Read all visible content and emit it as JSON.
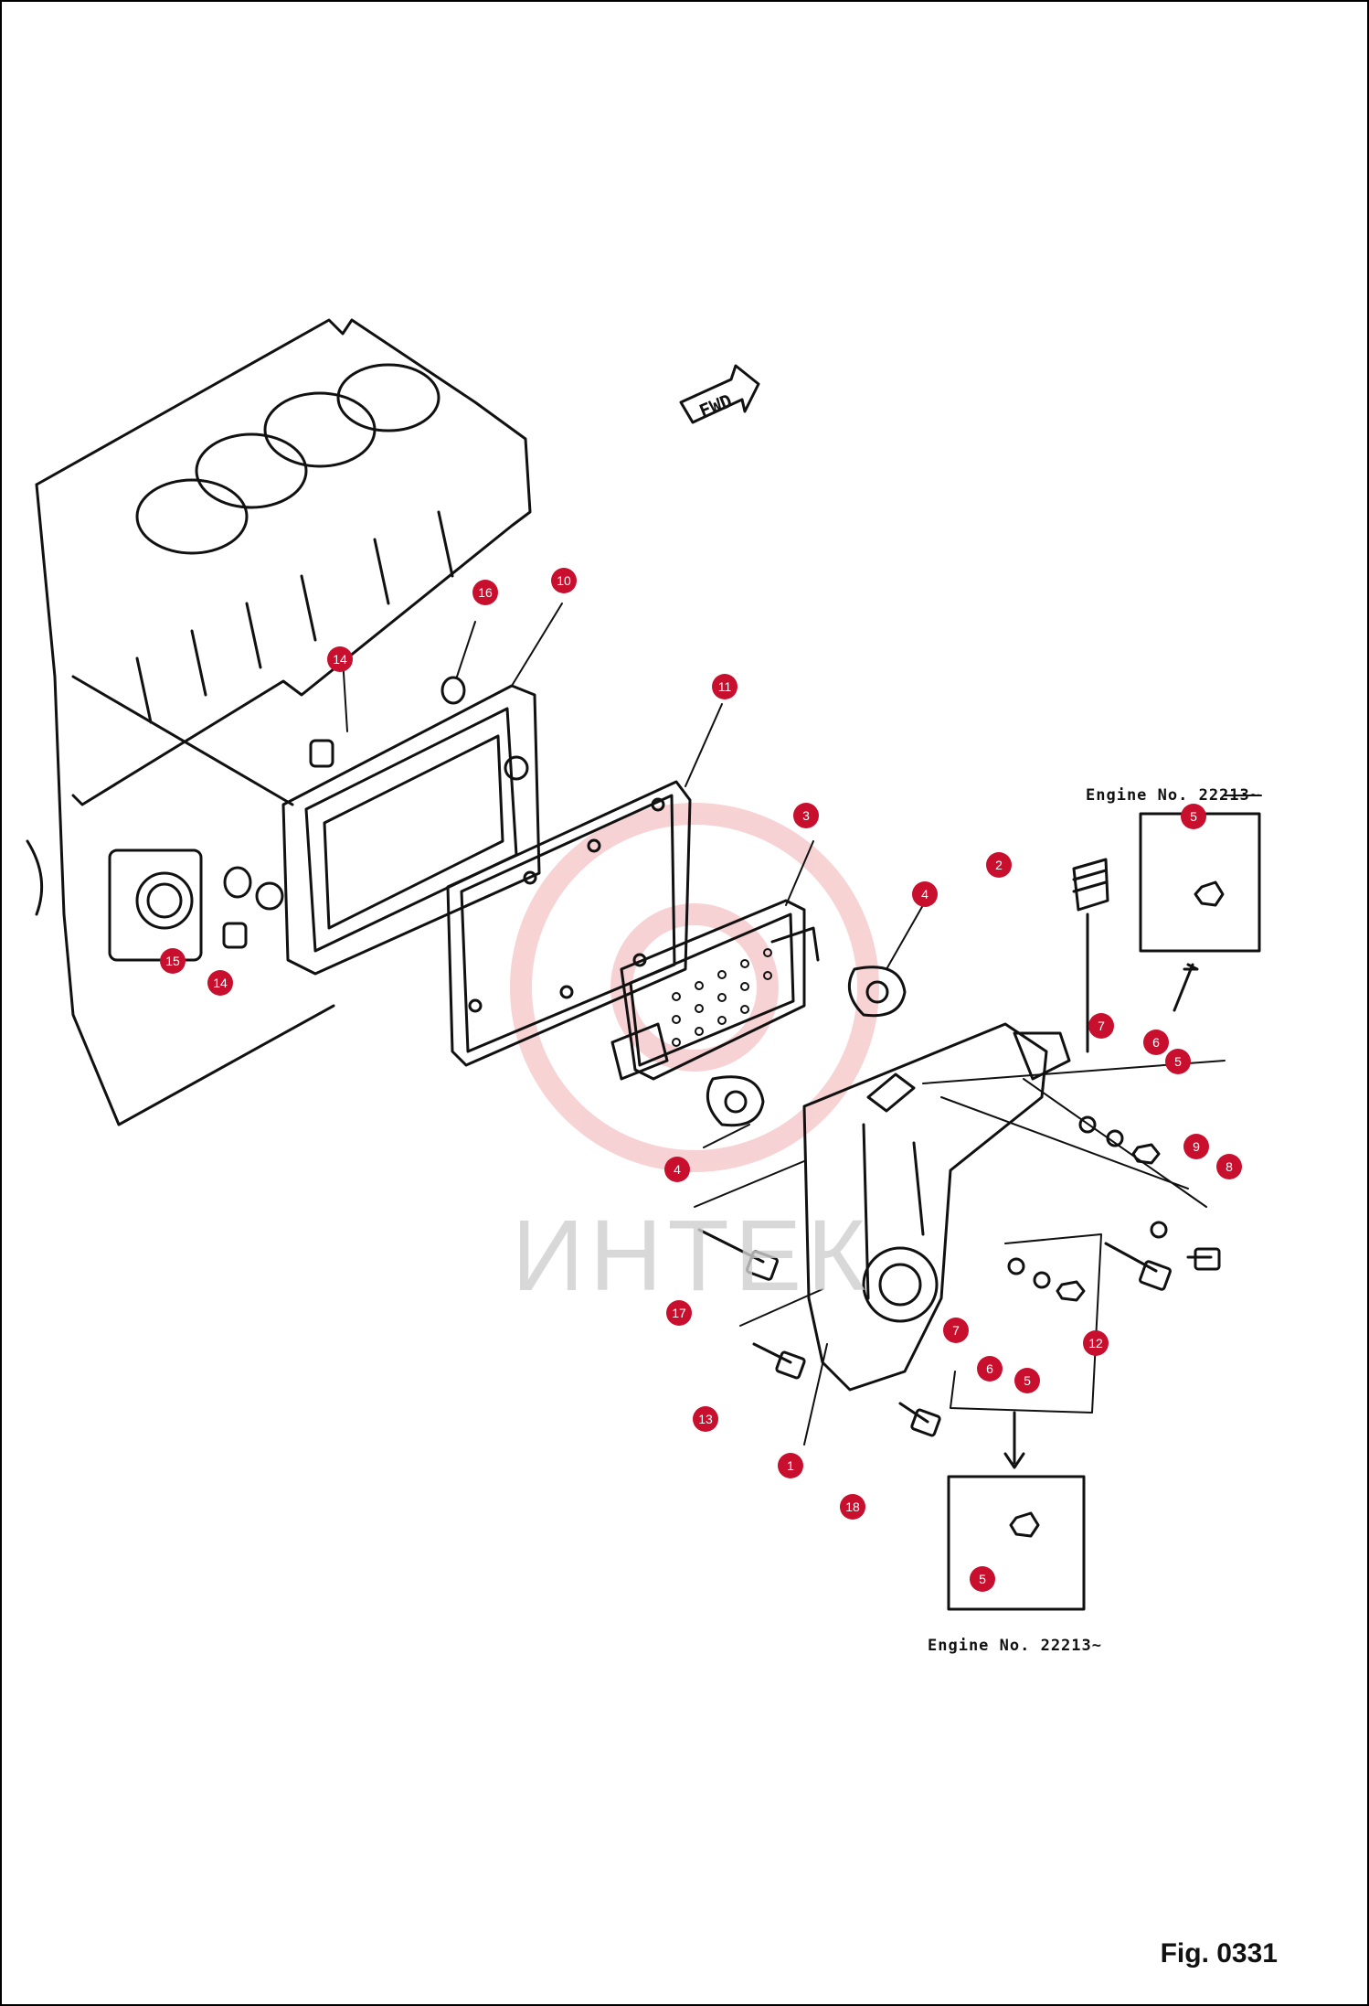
{
  "diagram": {
    "figure_label": "Fig. 0331",
    "watermark": "ИНТЕК",
    "direction_arrow": "FWD",
    "engine_note_top": "Engine No. 22213~",
    "engine_note_bottom": "Engine No. 22213~",
    "callouts": [
      "1",
      "2",
      "3",
      "4",
      "4",
      "5",
      "5",
      "5",
      "5",
      "6",
      "6",
      "7",
      "7",
      "8",
      "9",
      "10",
      "11",
      "12",
      "13",
      "14",
      "14",
      "15",
      "16",
      "17",
      "18"
    ],
    "accent_color": "#c8102e"
  }
}
